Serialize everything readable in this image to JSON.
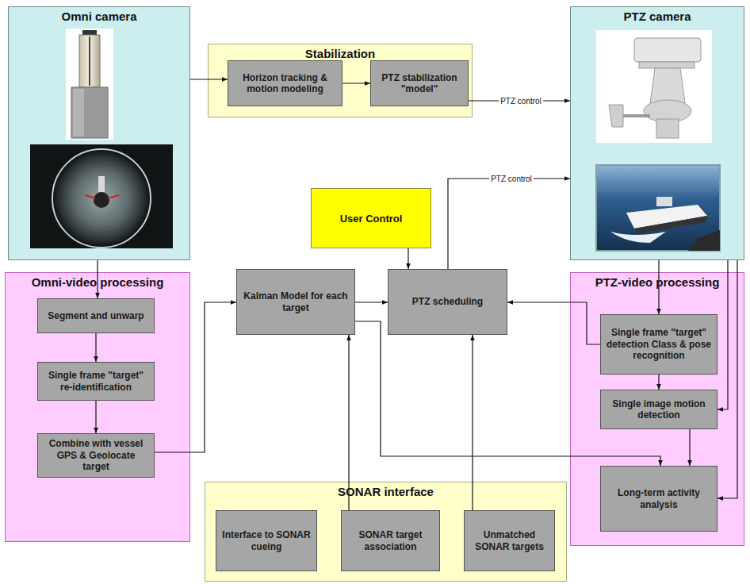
{
  "diagram": {
    "nodes": [
      {
        "text": [
          "Omni camera"
        ]
      },
      {
        "text": [
          "Stabilization"
        ]
      },
      {
        "text": [
          "Horizon tracking & motion modeling"
        ],
        "in": 1
      },
      {
        "text": [
          "PTZ stabilization \"model\""
        ],
        "in": 1
      },
      {
        "text": [
          "PTZ camera"
        ]
      },
      {
        "text": [
          "User Control"
        ]
      },
      {
        "text": [
          "Omni-video processing"
        ]
      },
      {
        "text": [
          "Segment and unwarp"
        ],
        "in": 6
      },
      {
        "text": [
          "Single frame \"target\" re-identification"
        ],
        "in": 6
      },
      {
        "text": [
          "Combine with vessel GPS & Geolocate target"
        ],
        "in": 6
      },
      {
        "text": [
          "Kalman Model for each target"
        ]
      },
      {
        "text": [
          "PTZ scheduling"
        ]
      },
      {
        "text": [
          "PTZ-video processing"
        ]
      },
      {
        "text": [
          "Single frame \"target\" detection Class & pose recognition"
        ],
        "in": 12
      },
      {
        "text": [
          "Single image motion detection"
        ],
        "in": 12
      },
      {
        "text": [
          "Long-term activity analysis"
        ],
        "in": 12
      },
      {
        "text": [
          "SONAR interface"
        ]
      },
      {
        "text": [
          "Interface to SONAR cueing"
        ],
        "in": 16
      },
      {
        "text": [
          "SONAR target association"
        ],
        "in": 16
      },
      {
        "text": [
          "Unmatched SONAR targets"
        ],
        "in": 16
      }
    ],
    "edges": [
      {
        "from": 0,
        "to": 2,
        "arrow": "to"
      },
      {
        "from": 2,
        "to": 3,
        "arrow": "to"
      },
      {
        "from": 3,
        "to": 4,
        "label": "PTZ control",
        "arrow": "to"
      },
      {
        "from": 11,
        "to": 4,
        "label": "PTZ control",
        "arrow": "to"
      },
      {
        "from": 5,
        "to": 11,
        "arrow": "to"
      },
      {
        "from": 0,
        "to": 7,
        "arrow": "to"
      },
      {
        "from": 7,
        "to": 8,
        "arrow": "to"
      },
      {
        "from": 8,
        "to": 9,
        "arrow": "to"
      },
      {
        "from": 9,
        "to": 10,
        "arrow": "to"
      },
      {
        "from": 10,
        "to": 11,
        "arrow": "to"
      },
      {
        "from": 18,
        "to": 10,
        "arrow": "to"
      },
      {
        "from": 19,
        "to": 11,
        "arrow": "to"
      },
      {
        "from": 4,
        "to": 13,
        "arrow": "to"
      },
      {
        "from": 13,
        "to": 14,
        "arrow": "to"
      },
      {
        "from": 14,
        "to": 15,
        "arrow": "to"
      },
      {
        "from": 13,
        "to": 11,
        "arrow": "to"
      },
      {
        "from": 10,
        "to": 15,
        "arrow": "to"
      },
      {
        "from": 4,
        "to": 14,
        "arrow": "to"
      },
      {
        "from": 4,
        "to": 15,
        "arrow": "to"
      }
    ]
  }
}
